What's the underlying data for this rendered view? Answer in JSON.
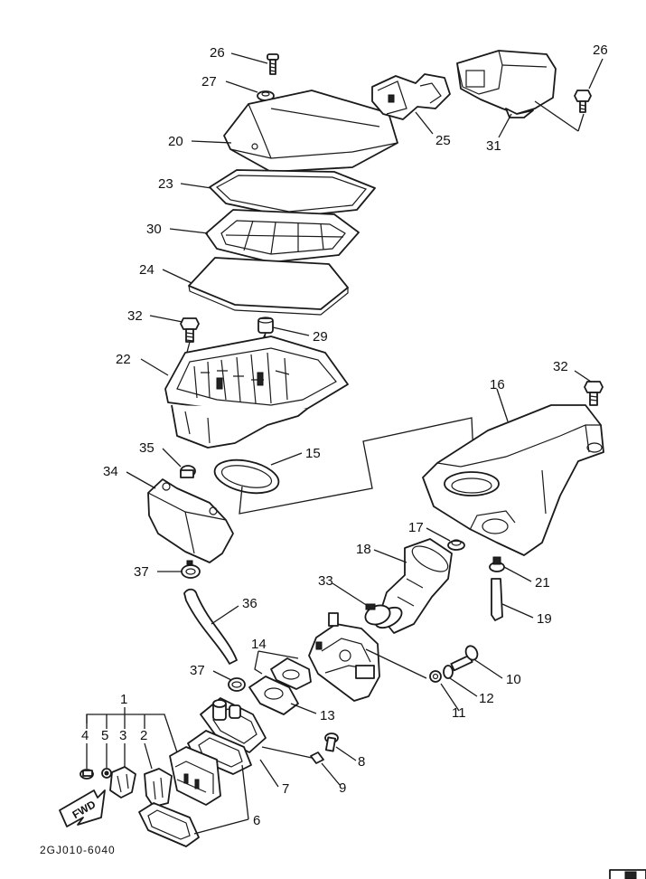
{
  "labels": {
    "p26a": "26",
    "p27": "27",
    "p20": "20",
    "p23": "23",
    "p30": "30",
    "p24": "24",
    "p32a": "32",
    "p29": "29",
    "p22": "22",
    "p35": "35",
    "p34": "34",
    "p37a": "37",
    "p15": "15",
    "p26b": "26",
    "p25": "25",
    "p31": "31",
    "p32b": "32",
    "p16": "16",
    "p17": "17",
    "p18": "18",
    "p21": "21",
    "p19": "19",
    "p33": "33",
    "p36": "36",
    "p14": "14",
    "p37b": "37",
    "p13": "13",
    "p10": "10",
    "p12": "12",
    "p11": "11",
    "p8": "8",
    "p7": "7",
    "p9": "9",
    "p6": "6",
    "p1": "1",
    "p4": "4",
    "p5": "5",
    "p3": "3",
    "p2": "2"
  },
  "fwd_label": "FWD",
  "diagram_code": "2GJ010-6040",
  "colors": {
    "ink": "#1a1a1a",
    "paper": "#ffffff"
  }
}
